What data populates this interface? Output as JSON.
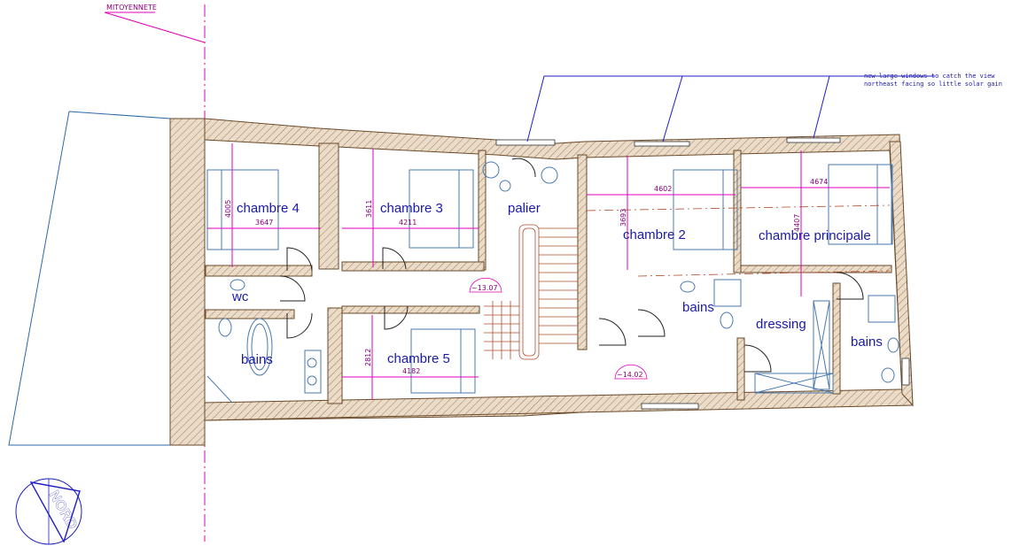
{
  "labels": {
    "mitoyennete": "MITOYENNETE",
    "note_line1": "new large windows to catch the view",
    "note_line2": "northeast facing so little solar gain",
    "nord": "NORD",
    "level_1": "~13.07",
    "level_2": "~14.02"
  },
  "rooms": {
    "chambre4": "chambre 4",
    "chambre3": "chambre 3",
    "palier": "palier",
    "chambre2": "chambre 2",
    "chambre_principale": "chambre principale",
    "wc": "wc",
    "bains_left": "bains",
    "chambre5": "chambre 5",
    "bains_center": "bains",
    "dressing": "dressing",
    "bains_right": "bains"
  },
  "dimensions": {
    "c4_height": "4005",
    "c4_width": "3647",
    "c3_height": "3611",
    "c3_width": "4211",
    "c2_height": "3693",
    "c2_width": "4602",
    "cp_height": "4407",
    "cp_width": "4674",
    "c5_height": "2812",
    "c5_width": "4182"
  },
  "colors": {
    "wall": "#e9dccb",
    "label": "#1a1aa8",
    "dimension": "#e000b8",
    "axis": "#e000b8"
  }
}
